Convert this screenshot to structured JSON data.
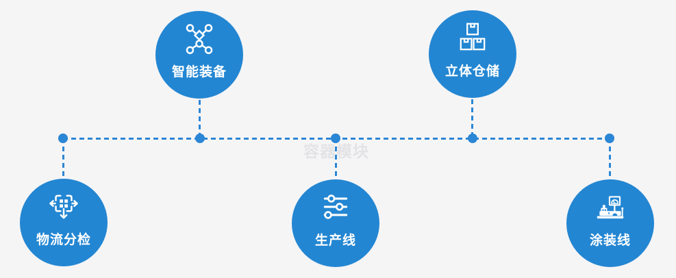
{
  "page": {
    "background": "#f5f5f6",
    "accent": "#2386d2",
    "connector_color": "#2b86d5",
    "watermark": {
      "text": "容器模块",
      "color": "#e3e3e6"
    }
  },
  "diagram": {
    "type": "process-node-map",
    "connector_style": "dashed with junction dots"
  },
  "nodes": [
    {
      "id": "smart-equipment",
      "label": "智能装备",
      "icon": "network-nodes-icon",
      "row": "top"
    },
    {
      "id": "warehouse-3d",
      "label": "立体仓储",
      "icon": "stacked-boxes-icon",
      "row": "top"
    },
    {
      "id": "logistics-sorting",
      "label": "物流分检",
      "icon": "move-sort-grid-icon",
      "row": "bottom"
    },
    {
      "id": "production-line",
      "label": "生产线",
      "icon": "sliders-icon",
      "row": "bottom"
    },
    {
      "id": "coating-line",
      "label": "涂装线",
      "icon": "control-console-icon",
      "row": "bottom"
    }
  ]
}
